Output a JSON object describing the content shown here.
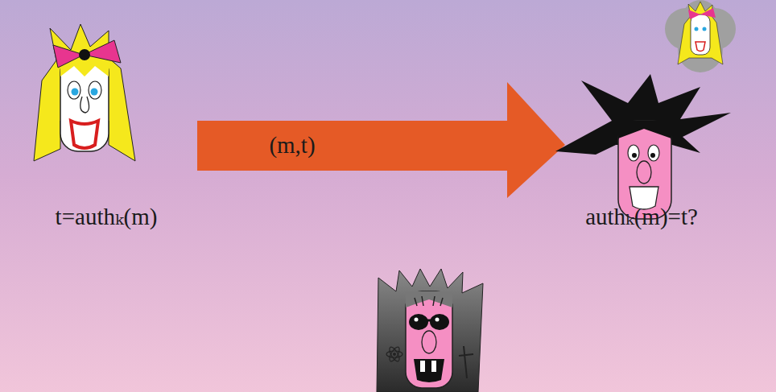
{
  "diagram": {
    "labels": [
      "(m,t)",
      "t=authₖ(m)",
      "authₖ(m)=t?"
    ]
  }
}
